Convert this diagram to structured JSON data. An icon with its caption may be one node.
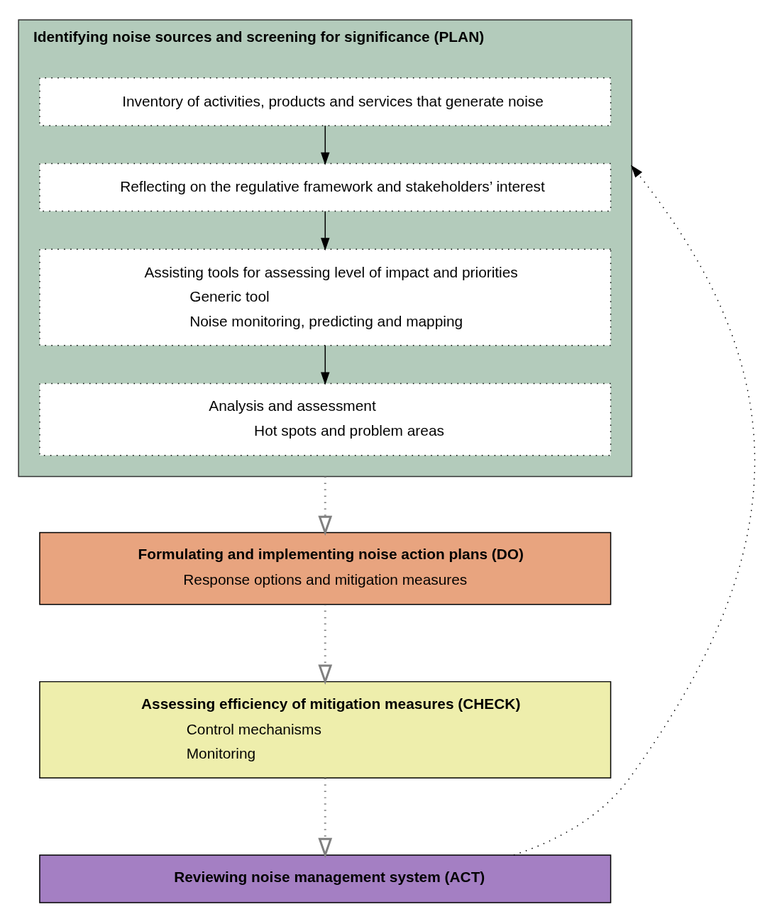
{
  "diagram": {
    "nodes": [
      {
        "text": [
          "Identifying noise sources and screening for significance (PLAN)"
        ]
      },
      {
        "text": [
          "Inventory of activities, products and services that generate noise"
        ],
        "in": 0
      },
      {
        "text": [
          "Reflecting on the regulative framework and stakeholders’ interest"
        ],
        "in": 0
      },
      {
        "text": [
          "Assisting tools for assessing level of impact and priorities",
          "Generic tool",
          "Noise monitoring, predicting and mapping"
        ],
        "in": 0
      },
      {
        "text": [
          "Analysis and assessment",
          "Hot spots and problem areas"
        ],
        "in": 0
      },
      {
        "text": [
          "Formulating and implementing noise action plans (DO)",
          "Response options and mitigation measures"
        ]
      },
      {
        "text": [
          "Assessing efficiency of mitigation measures (CHECK)",
          "Control mechanisms",
          "Monitoring"
        ]
      },
      {
        "text": [
          "Reviewing noise management system (ACT)"
        ]
      }
    ],
    "edges": [
      {
        "from": 1,
        "to": 2,
        "arrow": "to"
      },
      {
        "from": 2,
        "to": 3,
        "arrow": "to"
      },
      {
        "from": 3,
        "to": 4,
        "arrow": "to"
      },
      {
        "from": 0,
        "to": 5,
        "arrow": "to",
        "style": "dashed",
        "color": "#808080"
      },
      {
        "from": 5,
        "to": 6,
        "arrow": "to",
        "style": "dashed",
        "color": "#808080"
      },
      {
        "from": 6,
        "to": 7,
        "arrow": "to",
        "style": "dashed",
        "color": "#808080"
      },
      {
        "from": 7,
        "to": 0,
        "arrow": "to",
        "style": "dashed"
      }
    ]
  }
}
